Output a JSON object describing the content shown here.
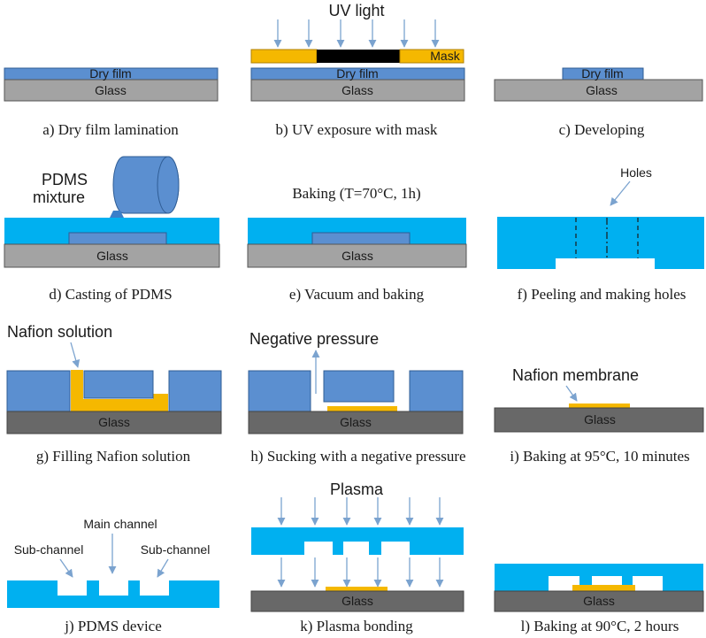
{
  "colors": {
    "glass": "#a3a3a3",
    "glass_dark": "#686868",
    "dry_film": "#5b8fd0",
    "pdms": "#00b0f0",
    "pdms_dark": "#5b8fd0",
    "nafion": "#f5b800",
    "mask_black": "#000000",
    "arrow": "#7ba3cf"
  },
  "panels": {
    "a": {
      "caption": "a) Dry film lamination",
      "film": "Dry film",
      "glass": "Glass"
    },
    "b": {
      "caption": "b) UV exposure with mask",
      "uv": "UV light",
      "mask": "Mask",
      "film": "Dry film",
      "glass": "Glass"
    },
    "c": {
      "caption": "c) Developing",
      "film": "Dry film",
      "glass": "Glass"
    },
    "d": {
      "caption": "d) Casting of PDMS",
      "pdms_line1": "PDMS",
      "pdms_line2": "mixture",
      "glass": "Glass"
    },
    "e": {
      "caption": "e) Vacuum and baking",
      "baking": "Baking  (T=70°C, 1h)",
      "glass": "Glass"
    },
    "f": {
      "caption": "f) Peeling and making holes",
      "holes": "Holes"
    },
    "g": {
      "caption": "g) Filling Nafion solution",
      "nafion": "Nafion solution",
      "glass": "Glass"
    },
    "h": {
      "caption": "h) Sucking with a negative pressure",
      "pressure": "Negative pressure",
      "glass": "Glass"
    },
    "i": {
      "caption": "i) Baking at 95°C, 10 minutes",
      "membrane": "Nafion membrane",
      "glass": "Glass"
    },
    "j": {
      "caption": "j) PDMS device",
      "main": "Main channel",
      "sub_left": "Sub-channel",
      "sub_right": "Sub-channel"
    },
    "k": {
      "caption": "k) Plasma bonding",
      "plasma": "Plasma",
      "glass": "Glass"
    },
    "l": {
      "caption": "l) Baking at 90°C, 2 hours",
      "glass": "Glass"
    }
  }
}
